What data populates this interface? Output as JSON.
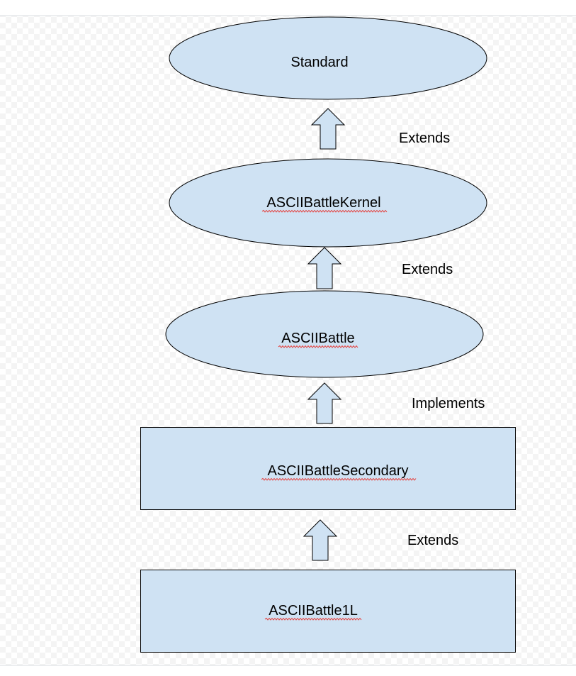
{
  "diagram": {
    "nodes": [
      {
        "id": "standard",
        "label": "Standard",
        "shape": "ellipse",
        "spellcheck": false
      },
      {
        "id": "kernel",
        "label": "ASCIIBattleKernel",
        "shape": "ellipse",
        "spellcheck": true
      },
      {
        "id": "battle",
        "label": "ASCIIBattle",
        "shape": "ellipse",
        "spellcheck": true
      },
      {
        "id": "secondary",
        "label": "ASCIIBattleSecondary",
        "shape": "rectangle",
        "spellcheck": true
      },
      {
        "id": "battle1l",
        "label": "ASCIIBattle1L",
        "shape": "rectangle",
        "spellcheck": true
      }
    ],
    "edges": [
      {
        "from": "kernel",
        "to": "standard",
        "label": "Extends"
      },
      {
        "from": "battle",
        "to": "kernel",
        "label": "Extends"
      },
      {
        "from": "secondary",
        "to": "battle",
        "label": "Implements"
      },
      {
        "from": "battle1l",
        "to": "secondary",
        "label": "Extends"
      }
    ]
  },
  "colors": {
    "shape_fill": "#cfe2f3",
    "shape_stroke": "#000000",
    "text": "#000000",
    "spellcheck_underline": "#e53935",
    "frame_line": "#dadce0",
    "checker_light": "#ffffff",
    "checker_dark": "#f4f4f4"
  }
}
